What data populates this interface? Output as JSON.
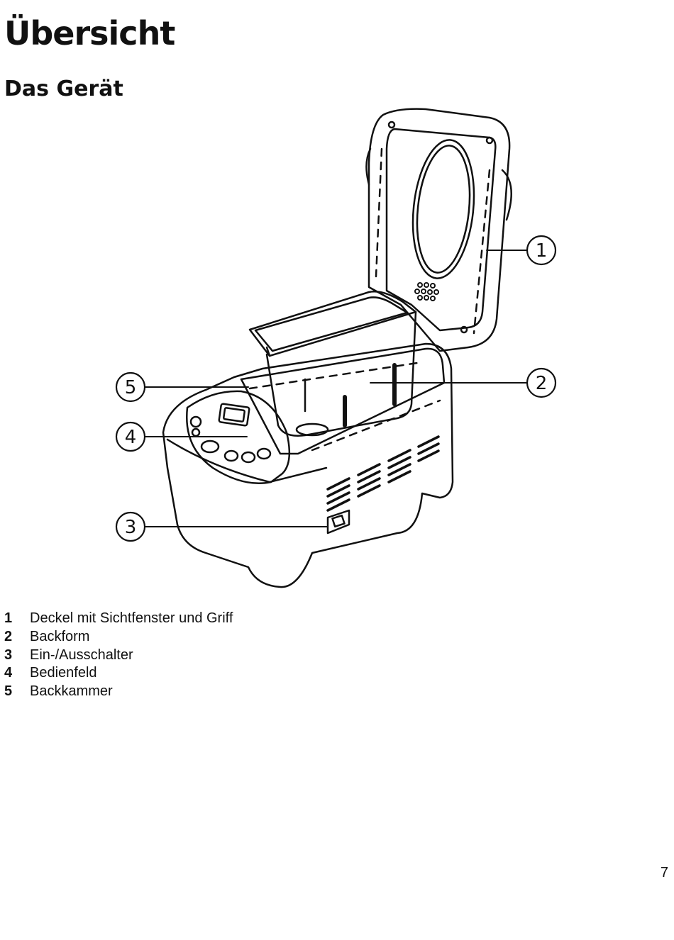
{
  "page": {
    "title": "Übersicht",
    "section_title": "Das Gerät",
    "page_number": "7"
  },
  "figure": {
    "callouts": [
      "1",
      "2",
      "3",
      "4",
      "5"
    ]
  },
  "legend": [
    {
      "num": "1",
      "label": "Deckel mit Sichtfenster und Griff"
    },
    {
      "num": "2",
      "label": "Backform"
    },
    {
      "num": "3",
      "label": "Ein-/Ausschalter"
    },
    {
      "num": "4",
      "label": "Bedienfeld"
    },
    {
      "num": "5",
      "label": "Backkammer"
    }
  ]
}
